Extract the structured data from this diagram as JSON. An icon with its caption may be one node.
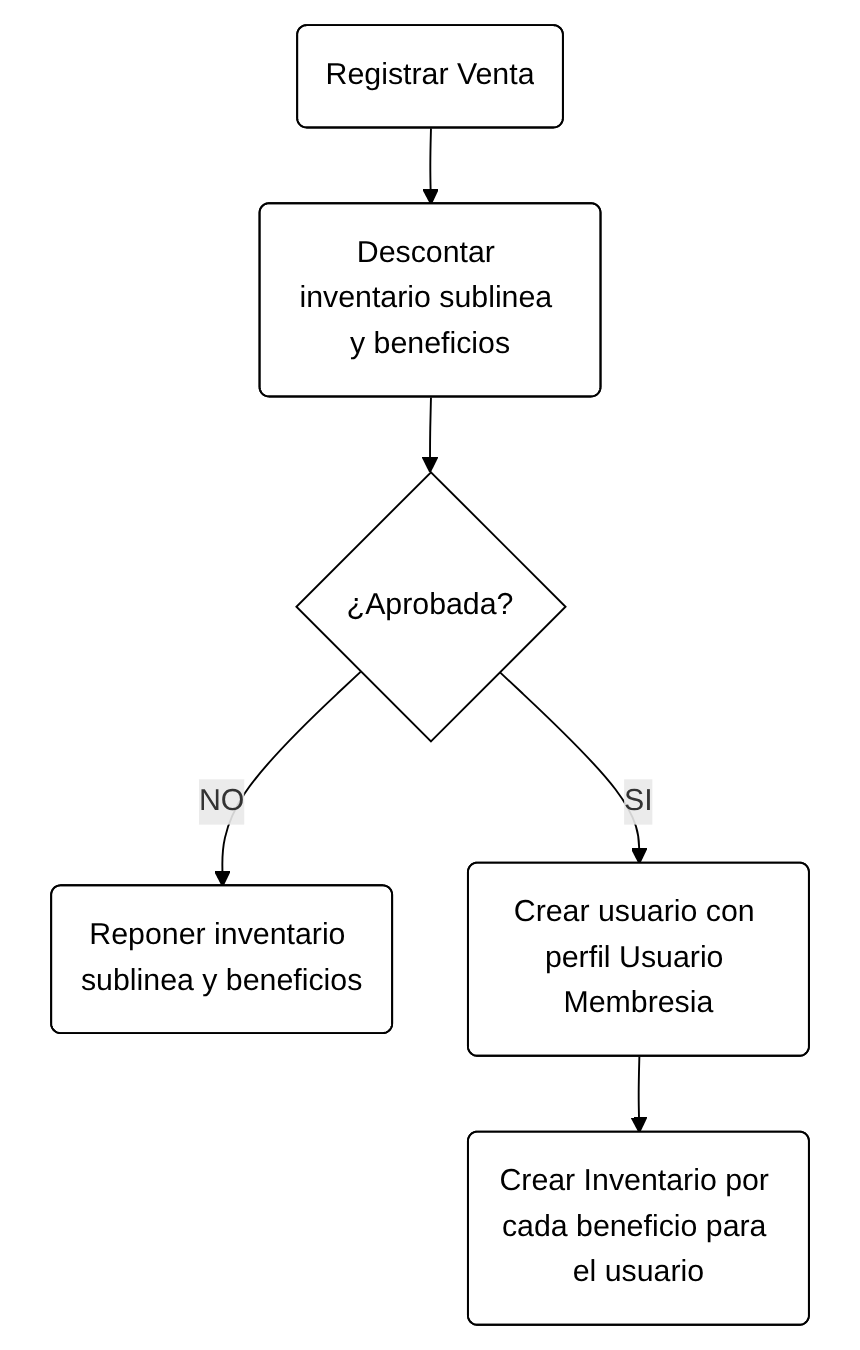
{
  "diagram": {
    "nodes": [
      {
        "text": [
          "Registrar Venta"
        ]
      },
      {
        "text": [
          "Descontar inventario sublinea y beneficios"
        ]
      },
      {
        "text": [
          "¿Aprobada?"
        ]
      },
      {
        "text": [
          "Reponer inventario sublinea y beneficios"
        ]
      },
      {
        "text": [
          "Crear usuario con perfil Usuario Membresia"
        ]
      },
      {
        "text": [
          "Crear Inventario por cada beneficio para el usuario"
        ]
      }
    ],
    "edges": [
      {
        "from": 0,
        "to": 1,
        "arrow": "to"
      },
      {
        "from": 1,
        "to": 2,
        "arrow": "to"
      },
      {
        "from": 2,
        "to": 3,
        "arrow": "to",
        "label": "NO"
      },
      {
        "from": 2,
        "to": 4,
        "arrow": "to",
        "label": "SI"
      },
      {
        "from": 4,
        "to": 5,
        "arrow": "to"
      }
    ]
  }
}
